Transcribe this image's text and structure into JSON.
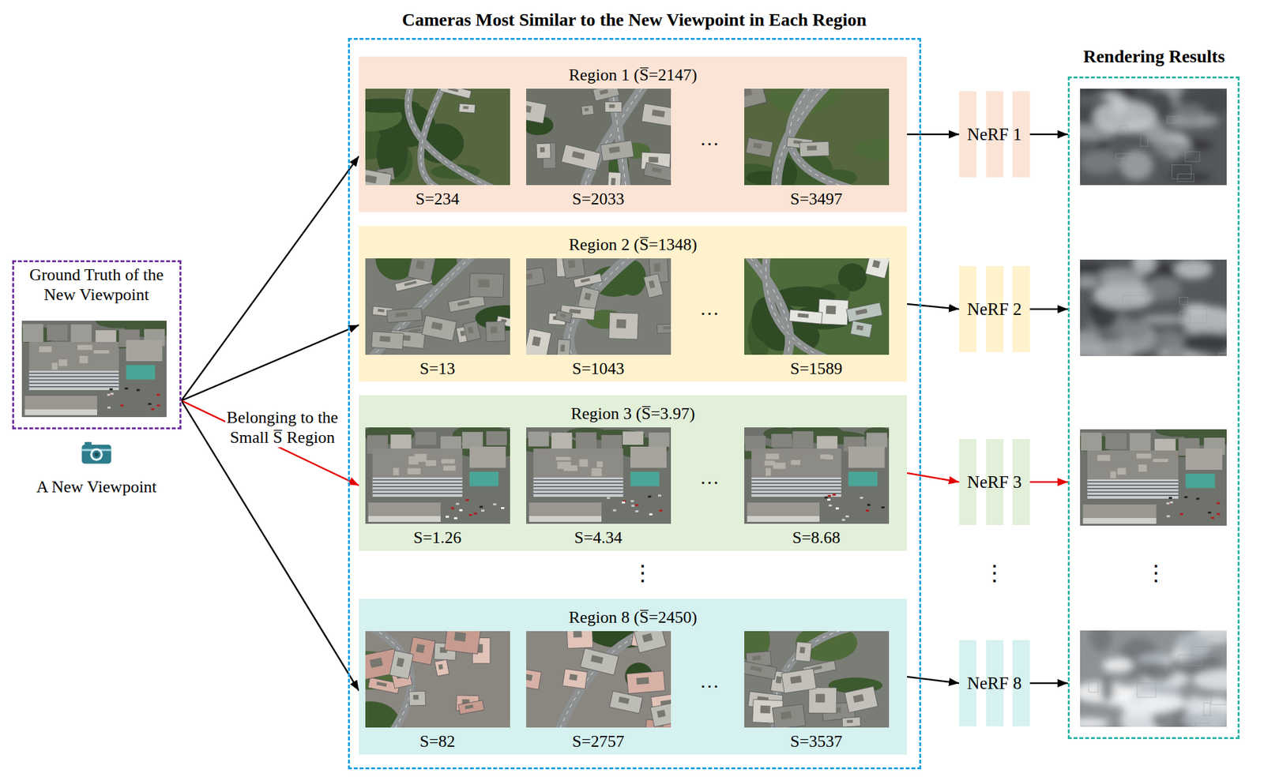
{
  "diagram": {
    "nodes": [
      {
        "text": [
          "Ground Truth of the New Viewpoint"
        ]
      },
      {
        "text": [
          "Cameras Most Similar to the New Viewpoint in Each Region"
        ]
      },
      {
        "text": [
          "Region 1 (S̅=2147)",
          "S=234",
          "S=2033",
          "…",
          "S=3497"
        ],
        "in": 1
      },
      {
        "text": [
          "Region 2 (S̅=1348)",
          "S=13",
          "S=1043",
          "…",
          "S=1589"
        ],
        "in": 1
      },
      {
        "text": [
          "Region 3 (S̅=3.97)",
          "S=1.26",
          "S=4.34",
          "…",
          "S=8.68"
        ],
        "in": 1
      },
      {
        "text": [
          "Region 8 (S̅=2450)",
          "S=82",
          "S=2757",
          "…",
          "S=3537"
        ],
        "in": 1
      },
      {
        "text": [
          "NeRF 1"
        ]
      },
      {
        "text": [
          "NeRF 2"
        ]
      },
      {
        "text": [
          "NeRF 3"
        ]
      },
      {
        "text": [
          "NeRF 8"
        ]
      },
      {
        "text": [
          "Rendering Results"
        ]
      }
    ],
    "edges": [
      {
        "from": 0,
        "to": 2,
        "arrow": "to"
      },
      {
        "from": 0,
        "to": 3,
        "arrow": "to"
      },
      {
        "from": 0,
        "to": 4,
        "arrow": "to",
        "label": "Belonging to the Small S̅ Region"
      },
      {
        "from": 0,
        "to": 5,
        "arrow": "to"
      },
      {
        "from": 2,
        "to": 6,
        "arrow": "to"
      },
      {
        "from": 3,
        "to": 7,
        "arrow": "to"
      },
      {
        "from": 4,
        "to": 8,
        "arrow": "to"
      },
      {
        "from": 5,
        "to": 9,
        "arrow": "to"
      },
      {
        "from": 6,
        "to": 10,
        "arrow": "to"
      },
      {
        "from": 7,
        "to": 10,
        "arrow": "to"
      },
      {
        "from": 8,
        "to": 10,
        "arrow": "to"
      },
      {
        "from": 9,
        "to": 10,
        "arrow": "to"
      }
    ],
    "labels": [
      "A New Viewpoint",
      "⋮",
      "⋮",
      "⋮"
    ]
  }
}
